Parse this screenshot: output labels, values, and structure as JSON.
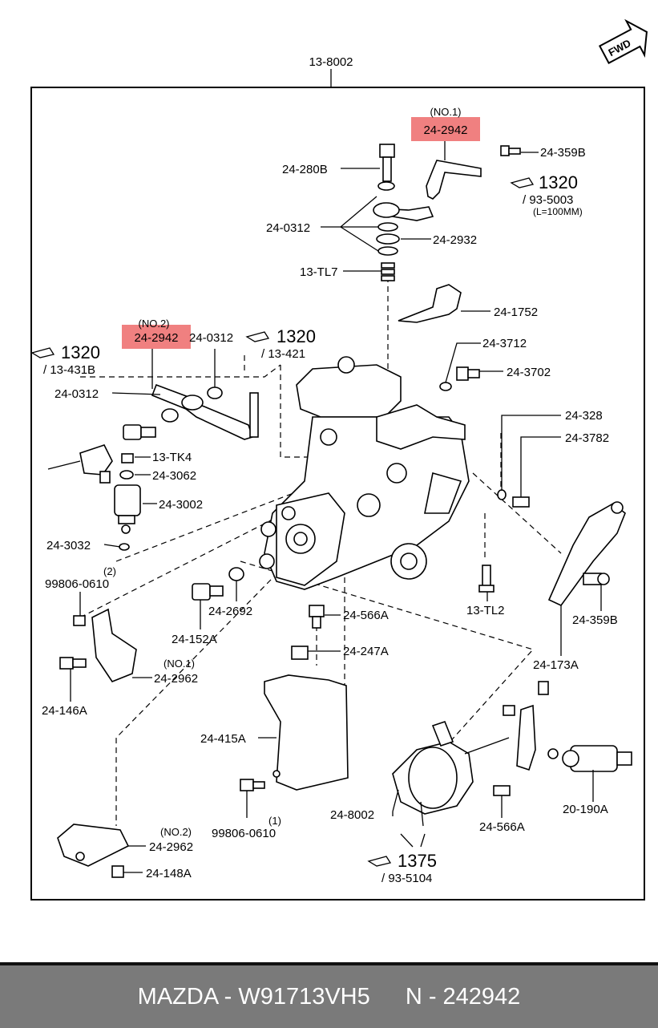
{
  "diagram": {
    "assembly_no": "13-8002",
    "fwd_label": "FWD",
    "parts": [
      {
        "id": "no1_tag",
        "text": "(NO.1)"
      },
      {
        "id": "p2942a",
        "text": "24-2942",
        "highlight": true
      },
      {
        "id": "p359b_top",
        "text": "24-359B"
      },
      {
        "id": "p280b",
        "text": "24-280B"
      },
      {
        "id": "ref1320_top",
        "text": "1320"
      },
      {
        "id": "ref93_5003",
        "text": "/ 93-5003"
      },
      {
        "id": "l100",
        "text": "(L=100MM)"
      },
      {
        "id": "p0312_mid",
        "text": "24-0312"
      },
      {
        "id": "p2932",
        "text": "24-2932"
      },
      {
        "id": "tl7",
        "text": "13-TL7"
      },
      {
        "id": "p1752",
        "text": "24-1752"
      },
      {
        "id": "no2_tag",
        "text": "(NO.2)"
      },
      {
        "id": "p2942b",
        "text": "24-2942",
        "highlight": true
      },
      {
        "id": "p0312_b",
        "text": "24-0312"
      },
      {
        "id": "ref1320_mid",
        "text": "1320"
      },
      {
        "id": "ref13_421",
        "text": "/ 13-421"
      },
      {
        "id": "ref1320_left",
        "text": "1320"
      },
      {
        "id": "ref13_431b",
        "text": "/ 13-431B"
      },
      {
        "id": "p0312_left",
        "text": "24-0312"
      },
      {
        "id": "p3712",
        "text": "24-3712"
      },
      {
        "id": "p3702",
        "text": "24-3702"
      },
      {
        "id": "tk4",
        "text": "13-TK4"
      },
      {
        "id": "p3062",
        "text": "24-3062"
      },
      {
        "id": "p3002",
        "text": "24-3002"
      },
      {
        "id": "p328",
        "text": "24-328"
      },
      {
        "id": "p3782",
        "text": "24-3782"
      },
      {
        "id": "p3032",
        "text": "24-3032"
      },
      {
        "id": "qty2",
        "text": "(2)"
      },
      {
        "id": "p99806a",
        "text": "99806-0610"
      },
      {
        "id": "p2692",
        "text": "24-2692"
      },
      {
        "id": "p152a",
        "text": "24-152A"
      },
      {
        "id": "p566a_top",
        "text": "24-566A"
      },
      {
        "id": "tl2",
        "text": "13-TL2"
      },
      {
        "id": "p359b_right",
        "text": "24-359B"
      },
      {
        "id": "p247a",
        "text": "24-247A"
      },
      {
        "id": "no1_2962",
        "text": "(NO.1)"
      },
      {
        "id": "p2962a",
        "text": "24-2962"
      },
      {
        "id": "p146a",
        "text": "24-146A"
      },
      {
        "id": "p173a",
        "text": "24-173A"
      },
      {
        "id": "p415a",
        "text": "24-415A"
      },
      {
        "id": "p8002",
        "text": "24-8002"
      },
      {
        "id": "p566a_bot",
        "text": "24-566A"
      },
      {
        "id": "p190a",
        "text": "20-190A"
      },
      {
        "id": "qty1",
        "text": "(1)"
      },
      {
        "id": "p99806b",
        "text": "99806-0610"
      },
      {
        "id": "no2_2962",
        "text": "(NO.2)"
      },
      {
        "id": "p2962b",
        "text": "24-2962"
      },
      {
        "id": "ref1375",
        "text": "1375"
      },
      {
        "id": "ref93_5104",
        "text": "/ 93-5104"
      },
      {
        "id": "p148a",
        "text": "24-148A"
      }
    ],
    "highlight_color": "#f08080"
  },
  "footer": {
    "brand_part": "MAZDA - W91713VH5",
    "number": "N - 242942"
  }
}
